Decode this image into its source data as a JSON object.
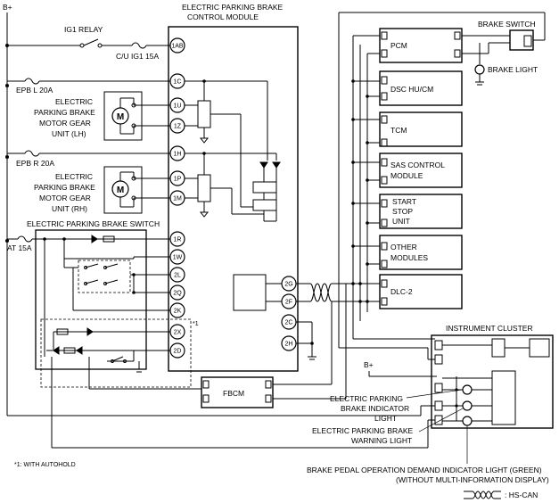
{
  "power": {
    "bplus_top": "B+",
    "bplus_cluster": "B+"
  },
  "ig1_relay": "IG1 RELAY",
  "fuses": {
    "cu_ig1": "C/U IG1 15A",
    "epb_l": "EPB L 20A",
    "epb_r": "EPB R 20A",
    "at": "AT 15A"
  },
  "epb_module": {
    "line1": "ELECTRIC PARKING BRAKE",
    "line2": "CONTROL MODULE"
  },
  "pins": [
    "1AB",
    "1C",
    "1U",
    "1Z",
    "1H",
    "1P",
    "1M",
    "1R",
    "1W",
    "2L",
    "2Q",
    "2K",
    "2X",
    "2D",
    "2G",
    "2F",
    "2C",
    "2H"
  ],
  "motor_lh": [
    "ELECTRIC",
    "PARKING BRAKE",
    "MOTOR GEAR",
    "UNIT (LH)"
  ],
  "motor_rh": [
    "ELECTRIC",
    "PARKING BRAKE",
    "MOTOR GEAR",
    "UNIT (RH)"
  ],
  "motor_symbol": "M",
  "epb_switch": "ELECTRIC PARKING BRAKE SWITCH",
  "autohold_marker": "*1",
  "footnote": "*1: WITH AUTOHOLD",
  "modules": {
    "pcm": "PCM",
    "dsc": "DSC HU/CM",
    "tcm": "TCM",
    "sas": [
      "SAS CONTROL",
      "MODULE"
    ],
    "start_stop": [
      "START",
      "STOP",
      "UNIT"
    ],
    "other": [
      "OTHER",
      "MODULES"
    ],
    "dlc": "DLC-2",
    "fbcm": "FBCM"
  },
  "brake_switch": "BRAKE SWITCH",
  "brake_light": "BRAKE LIGHT",
  "instrument_cluster": "INSTRUMENT CLUSTER",
  "indicators": {
    "epb_indicator": [
      "ELECTRIC PARKING",
      "BRAKE INDICATOR",
      "LIGHT"
    ],
    "epb_warning": [
      "ELECTRIC PARKING BRAKE",
      "WARNING LIGHT"
    ],
    "brake_pedal": [
      "BRAKE PEDAL OPERATION DEMAND INDICATOR LIGHT (GREEN)",
      "(WITHOUT MULTI-INFORMATION DISPLAY)"
    ]
  },
  "legend": {
    "hs_can": ": HS-CAN"
  }
}
